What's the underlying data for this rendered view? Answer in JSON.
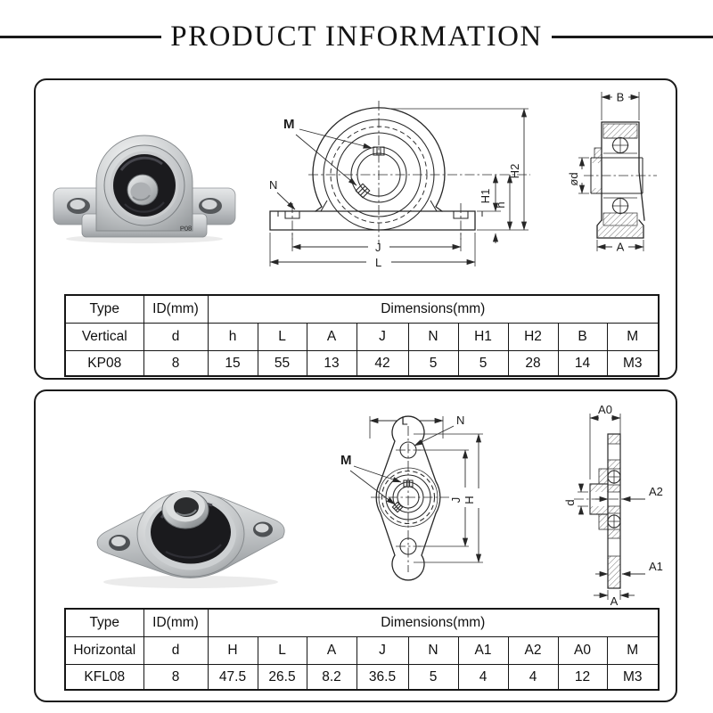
{
  "title": "PRODUCT INFORMATION",
  "colors": {
    "line": "#272727",
    "panel_border": "#1a1a1a",
    "metal_light": "#eceded",
    "metal_mid": "#b5b9bc",
    "metal_dark": "#8d9194",
    "seal_black": "#1a1a1d",
    "background": "#ffffff"
  },
  "sections": [
    {
      "name": "vertical-bearing",
      "photo": {
        "stamp": "P08"
      },
      "drawing": {
        "labels": {
          "m": "M",
          "n": "N",
          "j": "J",
          "l": "L",
          "h1": "H1",
          "h": "h",
          "h2": "H2",
          "b": "B",
          "a": "A",
          "od": "ød"
        }
      },
      "table": {
        "type_header": "Type",
        "id_header": "ID(mm)",
        "dims_header": "Dimensions(mm)",
        "row_label": "Vertical",
        "id_symbol": "d",
        "dim_symbols": [
          "h",
          "L",
          "A",
          "J",
          "N",
          "H1",
          "H2",
          "B",
          "M"
        ],
        "model": "KP08",
        "id_value": "8",
        "dim_values": [
          "15",
          "55",
          "13",
          "42",
          "5",
          "5",
          "28",
          "14",
          "M3"
        ]
      }
    },
    {
      "name": "horizontal-bearing",
      "drawing": {
        "labels": {
          "m": "M",
          "n": "N",
          "l": "L",
          "j": "J",
          "h": "H",
          "a0": "A0",
          "a1": "A1",
          "a2": "A2",
          "a": "A",
          "d": "d"
        }
      },
      "table": {
        "type_header": "Type",
        "id_header": "ID(mm)",
        "dims_header": "Dimensions(mm)",
        "row_label": "Horizontal",
        "id_symbol": "d",
        "dim_symbols": [
          "H",
          "L",
          "A",
          "J",
          "N",
          "A1",
          "A2",
          "A0",
          "M"
        ],
        "model": "KFL08",
        "id_value": "8",
        "dim_values": [
          "47.5",
          "26.5",
          "8.2",
          "36.5",
          "5",
          "4",
          "4",
          "12",
          "M3"
        ]
      }
    }
  ]
}
